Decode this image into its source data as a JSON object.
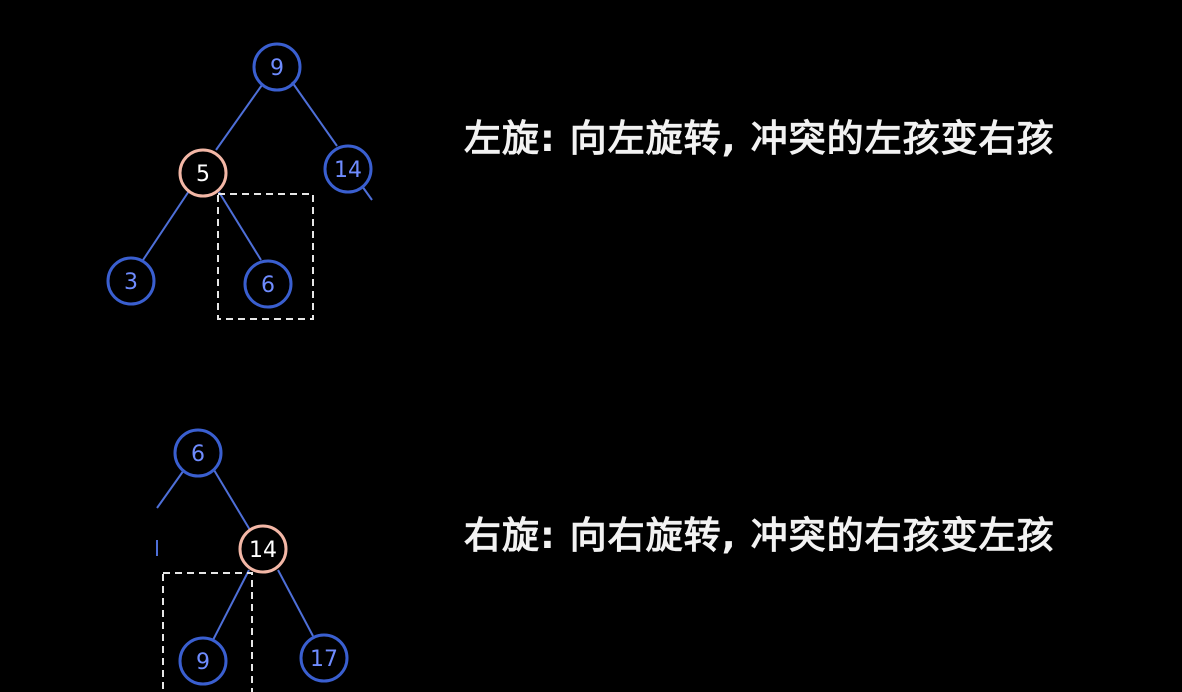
{
  "colors": {
    "background": "#000000",
    "node_stroke": "#3a5fd0",
    "node_text": "#6f8cff",
    "highlight_stroke": "#f3b7a6",
    "highlight_text": "#ffffff",
    "edge": "#4e6fd8",
    "dashed_box": "#e6e6e6",
    "caption_text": "#f2f2f2"
  },
  "left_rotation": {
    "caption": "左旋: 向左旋转, 冲突的左孩变右孩",
    "nodes": {
      "root": "9",
      "pivot": "5",
      "right": "14",
      "pivot_left": "3",
      "conflict_child": "6"
    }
  },
  "right_rotation": {
    "caption": "右旋: 向右旋转, 冲突的右孩变左孩",
    "nodes": {
      "root": "6",
      "pivot": "14",
      "conflict_child": "9",
      "pivot_right": "17"
    }
  }
}
